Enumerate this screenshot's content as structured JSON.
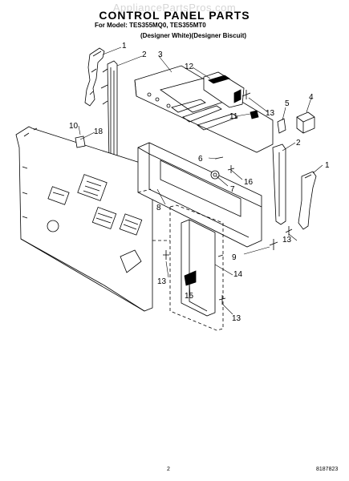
{
  "header": {
    "watermark": "AppliancePartsPros.com",
    "title": "CONTROL PANEL PARTS",
    "model_line": "For Model: TES355MQ0, TES355MT0",
    "variant_line": "(Designer White)(Designer Biscuit)"
  },
  "callouts": [
    "1",
    "2",
    "3",
    "12",
    "4",
    "5",
    "13",
    "11",
    "10",
    "18",
    "2",
    "6",
    "1",
    "16",
    "7",
    "8",
    "9",
    "13",
    "13",
    "14",
    "15",
    "13"
  ],
  "footer": {
    "page_number": "2",
    "doc_number": "8187823"
  }
}
